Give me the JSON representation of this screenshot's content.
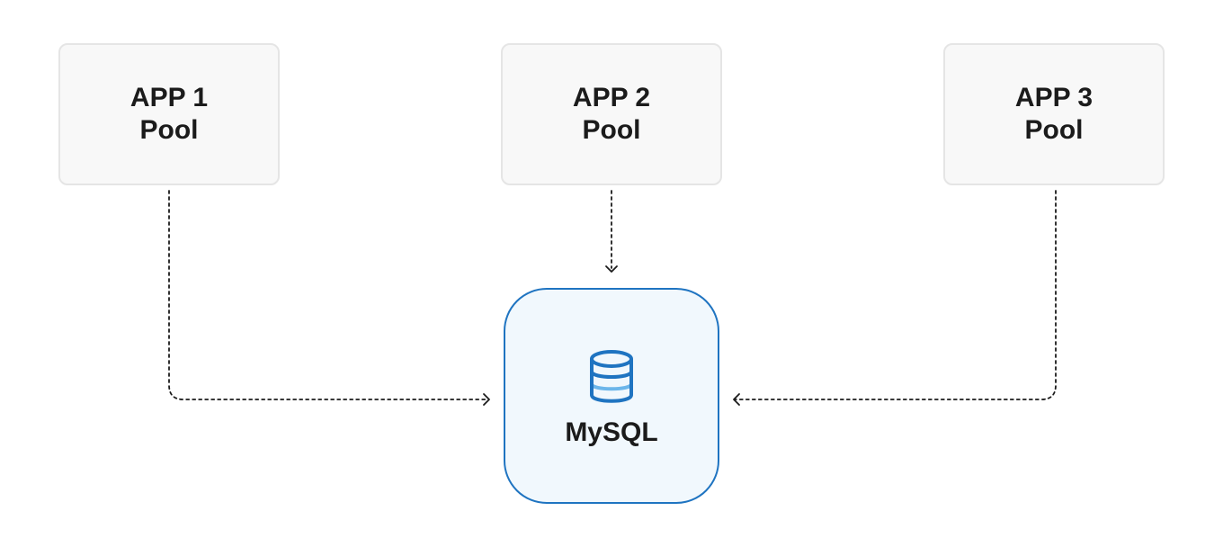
{
  "nodes": {
    "app1": {
      "line1": "APP 1",
      "line2": "Pool"
    },
    "app2": {
      "line1": "APP 2",
      "line2": "Pool"
    },
    "app3": {
      "line1": "APP 3",
      "line2": "Pool"
    },
    "database": {
      "label": "MySQL",
      "icon": "database-icon"
    }
  },
  "colors": {
    "app_box_fill": "#f8f8f8",
    "app_box_border": "#e5e5e5",
    "db_box_fill": "#f1f8fd",
    "db_box_border": "#1f74c1",
    "db_icon": "#1f74c1",
    "db_icon_band": "#6cb6ea",
    "connector": "#1b1b1b"
  },
  "edges": [
    {
      "from": "APP 1 Pool",
      "to": "MySQL",
      "style": "dotted"
    },
    {
      "from": "APP 2 Pool",
      "to": "MySQL",
      "style": "dotted"
    },
    {
      "from": "APP 3 Pool",
      "to": "MySQL",
      "style": "dotted"
    }
  ]
}
